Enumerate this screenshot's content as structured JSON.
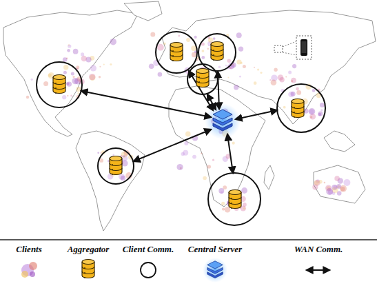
{
  "diagram": {
    "legend": [
      {
        "text": "Clients"
      },
      {
        "text": "Aggregator"
      },
      {
        "text": "Client Comm."
      },
      {
        "text": "Central Server"
      },
      {
        "text": "WAN Comm."
      }
    ]
  }
}
